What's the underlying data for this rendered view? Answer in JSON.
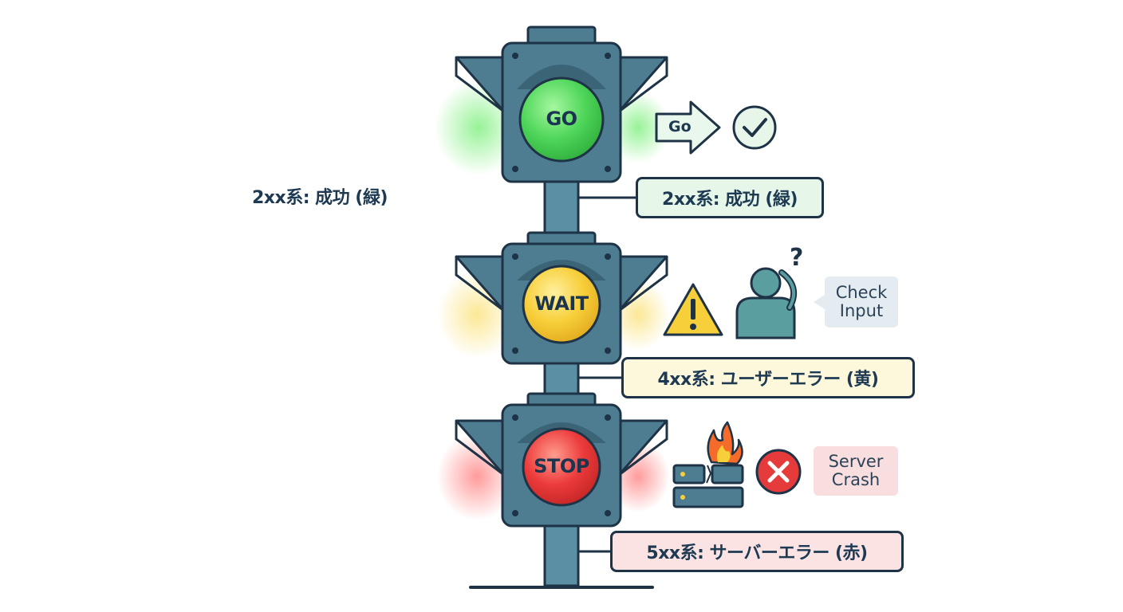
{
  "side_label": "2xx系: 成功 (緑)",
  "lights": [
    {
      "lamp_text": "GO",
      "status_text": "2xx系: 成功 (緑)",
      "color": "#4fd65a",
      "glow": "#7ef07e"
    },
    {
      "lamp_text": "WAIT",
      "status_text": "4xx系: ユーザーエラー (黄)",
      "color": "#f7cf3a",
      "glow": "#fbe27a"
    },
    {
      "lamp_text": "STOP",
      "status_text": "5xx系: サーバーエラー (赤)",
      "color": "#ec3b3b",
      "glow": "#ff7a7a"
    }
  ],
  "icons": {
    "go_arrow_label": "Go",
    "go_icon": "check-circle-icon",
    "wait_icons": [
      "warning-triangle-icon",
      "confused-person-icon"
    ],
    "stop_icons": [
      "burning-server-icon",
      "error-x-icon"
    ]
  },
  "tags": {
    "check_input_line1": "Check",
    "check_input_line2": "Input",
    "server_crash_line1": "Server",
    "server_crash_line2": "Crash"
  },
  "colors": {
    "housing": "#4e7d92",
    "housing_dark": "#3b6477",
    "outline": "#1f3347",
    "pole": "#5b8fa4"
  }
}
